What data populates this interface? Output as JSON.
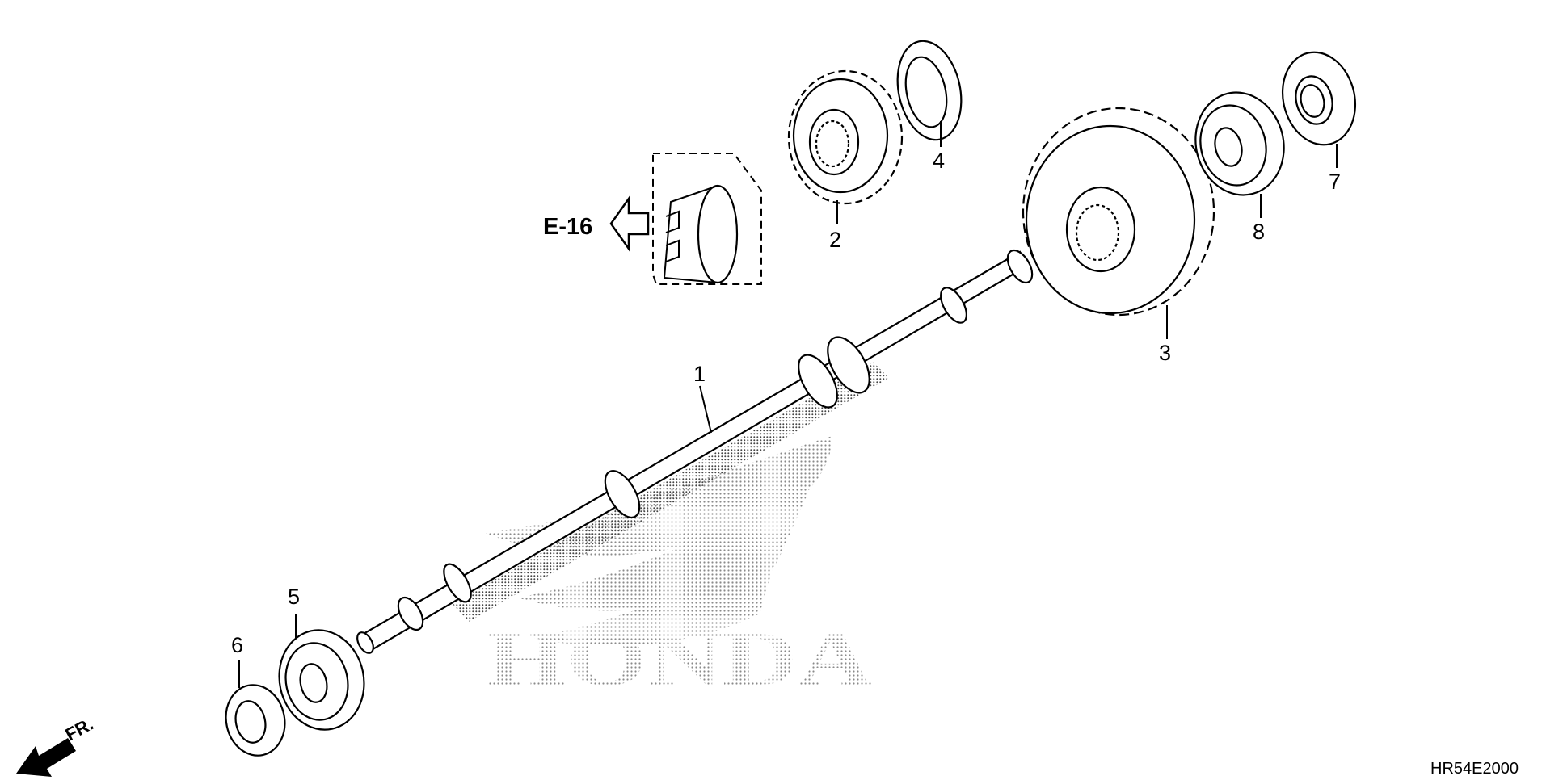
{
  "diagram": {
    "parts": [
      {
        "number": "1"
      },
      {
        "number": "2"
      },
      {
        "number": "3"
      },
      {
        "number": "4"
      },
      {
        "number": "5"
      },
      {
        "number": "6"
      },
      {
        "number": "7"
      },
      {
        "number": "8"
      }
    ],
    "reference": {
      "label": "E-16"
    },
    "direction": {
      "label": "FR."
    },
    "diagram_code": "HR54E2000",
    "watermark": {
      "text": "HONDA",
      "color": "#bfbfbf"
    },
    "colors": {
      "line": "#000000",
      "background": "#ffffff"
    }
  }
}
